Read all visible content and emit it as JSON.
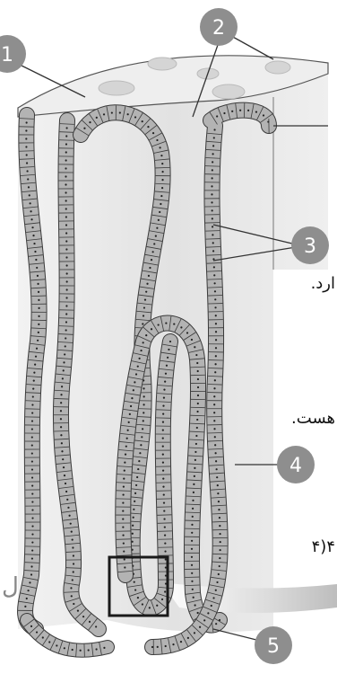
{
  "labels": [
    {
      "id": "1",
      "text": "1"
    },
    {
      "id": "2",
      "text": "2"
    },
    {
      "id": "3",
      "text": "3"
    },
    {
      "id": "4",
      "text": "4"
    },
    {
      "id": "5",
      "text": "5"
    }
  ],
  "background_text": {
    "line_a": "ارد.",
    "line_b": "هست.",
    "line_c": "۴(۴",
    "line_d": "ل"
  },
  "colors": {
    "cell_fill": "#b3b3b3",
    "cell_stroke": "#3a3a3a",
    "tissue_fill": "#e6e6e6",
    "badge_fill": "#8e8e8e",
    "highlight_box": "#1a1a1a"
  }
}
